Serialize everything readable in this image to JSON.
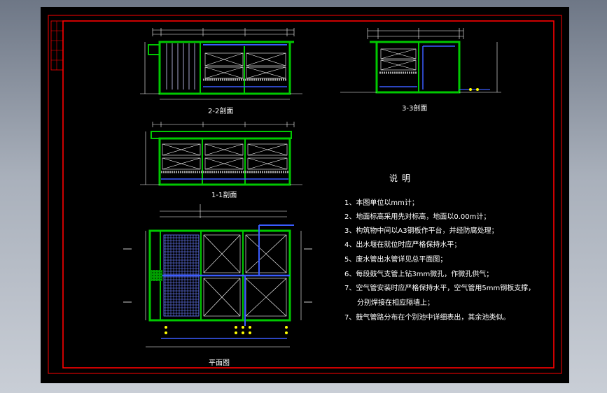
{
  "sections": {
    "s22": "2-2剖面",
    "s33": "3-3剖面",
    "s11": "1-1剖面",
    "plan": "平面图"
  },
  "notes": {
    "title": "说明",
    "items": [
      "1、本图单位以mm计；",
      "2、地面标高采用先对标高，地面以0.00m计；",
      "3、构筑物中间以A3钢板作平台，并经防腐处理；",
      "4、出水堰在就位时应严格保持水平；",
      "5、废水管出水管详见总平面图；",
      "6、每段鼓气支管上钻3mm微孔，作微孔供气；",
      "7、空气管安装时应严格保持水平，空气管用5mm钢板支撑，",
      "分别焊接在相应隔墙上；",
      "7、鼓气管路分布在个别池中详细表出，其余池类似。"
    ]
  },
  "colors": {
    "background": "#000000",
    "frame": "#ff0000",
    "wall": "#00c800",
    "pipe": "#3a5cff",
    "dim": "#ffffff",
    "cyan": "#00e0ff",
    "yellow": "#ffff00",
    "magenta": "#ff00ff"
  }
}
